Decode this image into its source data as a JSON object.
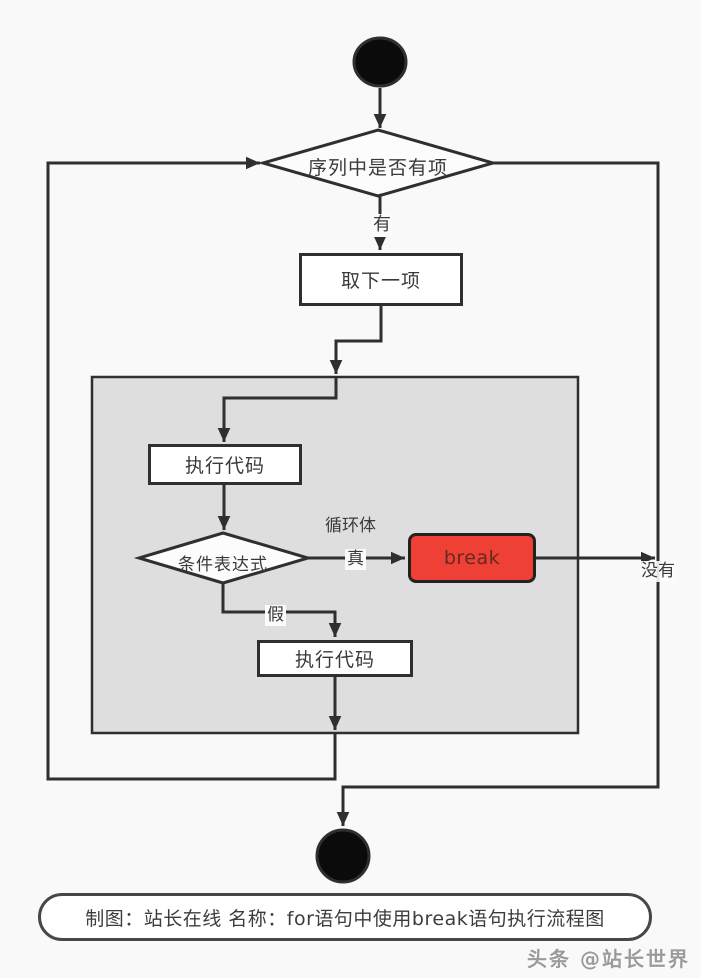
{
  "flowchart": {
    "nodes": {
      "decision_has_item": "序列中是否有项",
      "take_next_item": "取下一项",
      "exec_code_top": "执行代码",
      "condition_expression": "条件表达式",
      "break_statement": "break",
      "exec_code_bottom": "执行代码"
    },
    "edge_labels": {
      "yes": "有",
      "no": "没有",
      "true_branch": "真",
      "false_branch": "假",
      "loop_body": "循环体"
    },
    "caption": "制图：站长在线 名称：for语句中使用break语句执行流程图",
    "watermark": "头条 @站长世界",
    "colors": {
      "canvas_background": "#f9f9f9",
      "loop_body_fill": "#dedede",
      "connector": "#2f2f2f",
      "node_fill": "#ffffff",
      "node_border": "#2f2f2f",
      "break_fill": "#ee4035",
      "break_text": "#66291f",
      "text": "#3a3a3a",
      "watermark": "#9b9b9b"
    }
  }
}
